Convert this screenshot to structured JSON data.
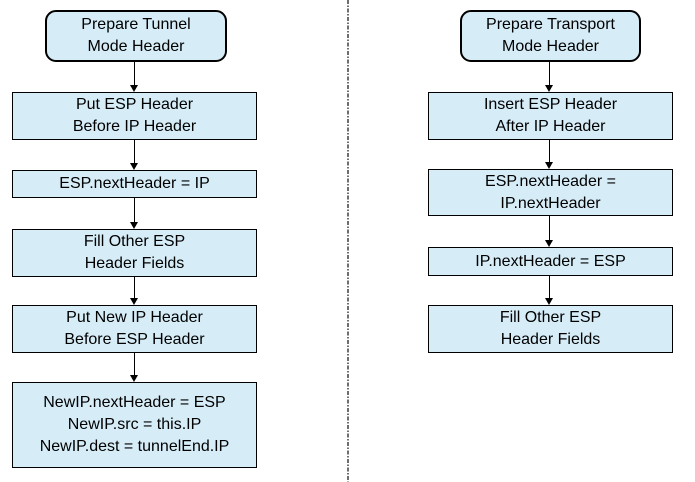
{
  "colors": {
    "background": "#ffffff",
    "box_fill": "#d6edf8",
    "box_border": "#000000",
    "arrow": "#000000",
    "divider": "#6e6e6e"
  },
  "left_flow": {
    "steps": [
      {
        "type": "terminator",
        "lines": [
          "Prepare Tunnel",
          "Mode Header"
        ]
      },
      {
        "type": "process",
        "lines": [
          "Put ESP Header",
          "Before IP Header"
        ]
      },
      {
        "type": "process",
        "lines": [
          "ESP.nextHeader = IP"
        ]
      },
      {
        "type": "process",
        "lines": [
          "Fill Other ESP",
          "Header Fields"
        ]
      },
      {
        "type": "process",
        "lines": [
          "Put New IP Header",
          "Before ESP Header"
        ]
      },
      {
        "type": "process",
        "lines": [
          "NewIP.nextHeader = ESP",
          "NewIP.src = this.IP",
          "NewIP.dest = tunnelEnd.IP"
        ]
      }
    ]
  },
  "right_flow": {
    "steps": [
      {
        "type": "terminator",
        "lines": [
          "Prepare Transport",
          "Mode Header"
        ]
      },
      {
        "type": "process",
        "lines": [
          "Insert ESP Header",
          "After IP Header"
        ]
      },
      {
        "type": "process",
        "lines": [
          "ESP.nextHeader =",
          "IP.nextHeader"
        ]
      },
      {
        "type": "process",
        "lines": [
          "IP.nextHeader = ESP"
        ]
      },
      {
        "type": "process",
        "lines": [
          "Fill Other ESP",
          "Header Fields"
        ]
      }
    ]
  }
}
